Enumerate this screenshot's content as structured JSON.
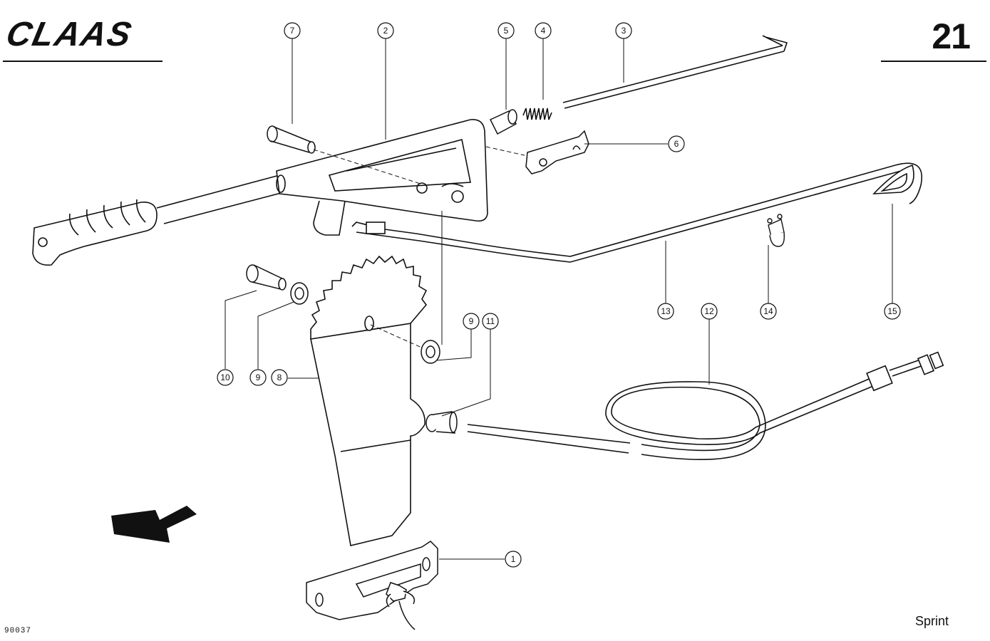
{
  "header": {
    "brand": "CLAAS",
    "page_number": "21"
  },
  "footer": {
    "drawing_number": "90037",
    "model": "Sprint"
  },
  "callouts": [
    "1",
    "2",
    "3",
    "4",
    "5",
    "6",
    "7",
    "8",
    "9",
    "9",
    "10",
    "11",
    "12",
    "13",
    "14",
    "15"
  ]
}
